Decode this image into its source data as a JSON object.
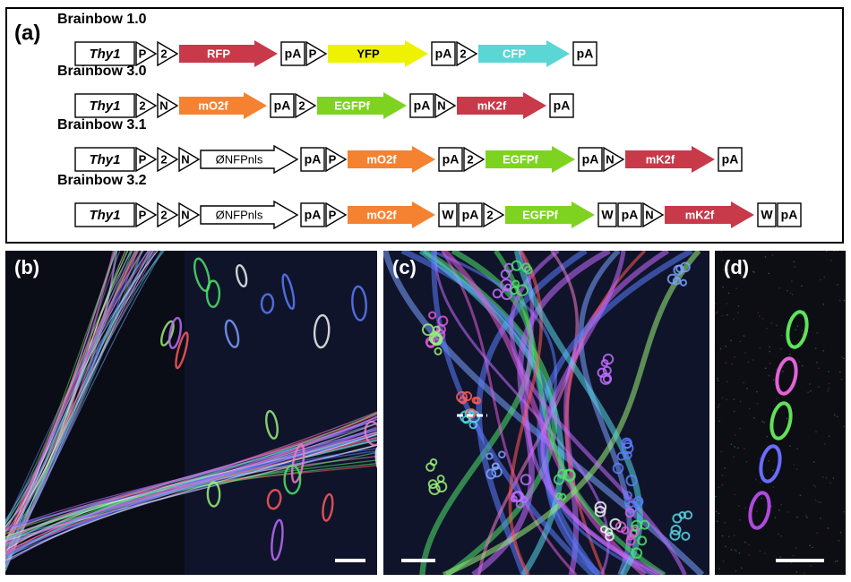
{
  "panel_a": {
    "label": "(a)",
    "constructs": [
      {
        "name": "Brainbow 1.0",
        "elements": [
          {
            "kind": "box",
            "text": "Thy1",
            "italic": true
          },
          {
            "kind": "tri",
            "text": "P"
          },
          {
            "kind": "tri",
            "text": "2"
          },
          {
            "kind": "arrow",
            "text": "RFP",
            "color": "#c8394a"
          },
          {
            "kind": "box",
            "text": "pA"
          },
          {
            "kind": "tri",
            "text": "P"
          },
          {
            "kind": "arrow",
            "text": "YFP",
            "color": "#eef200"
          },
          {
            "kind": "box",
            "text": "pA"
          },
          {
            "kind": "tri",
            "text": "2"
          },
          {
            "kind": "arrow",
            "text": "CFP",
            "color": "#5cd5d5"
          },
          {
            "kind": "box",
            "text": "pA"
          }
        ]
      },
      {
        "name": "Brainbow 3.0",
        "elements": [
          {
            "kind": "box",
            "text": "Thy1",
            "italic": true
          },
          {
            "kind": "tri",
            "text": "2"
          },
          {
            "kind": "tri",
            "text": "N"
          },
          {
            "kind": "arrow",
            "text": "mO2f",
            "color": "#f58231"
          },
          {
            "kind": "box",
            "text": "pA"
          },
          {
            "kind": "tri",
            "text": "2"
          },
          {
            "kind": "arrow",
            "text": "EGFPf",
            "color": "#7ed321"
          },
          {
            "kind": "box",
            "text": "pA"
          },
          {
            "kind": "tri",
            "text": "N"
          },
          {
            "kind": "arrow",
            "text": "mK2f",
            "color": "#c8394a"
          },
          {
            "kind": "box",
            "text": "pA"
          }
        ]
      },
      {
        "name": "Brainbow 3.1",
        "elements": [
          {
            "kind": "box",
            "text": "Thy1",
            "italic": true
          },
          {
            "kind": "tri",
            "text": "P"
          },
          {
            "kind": "tri",
            "text": "2"
          },
          {
            "kind": "tri",
            "text": "N"
          },
          {
            "kind": "arrow",
            "text": "ØNFPnls",
            "color": "#ffffff"
          },
          {
            "kind": "box",
            "text": "pA"
          },
          {
            "kind": "tri",
            "text": "P"
          },
          {
            "kind": "arrow",
            "text": "mO2f",
            "color": "#f58231"
          },
          {
            "kind": "box",
            "text": "pA"
          },
          {
            "kind": "tri",
            "text": "2"
          },
          {
            "kind": "arrow",
            "text": "EGFPf",
            "color": "#7ed321"
          },
          {
            "kind": "box",
            "text": "pA"
          },
          {
            "kind": "tri",
            "text": "N"
          },
          {
            "kind": "arrow",
            "text": "mK2f",
            "color": "#c8394a"
          },
          {
            "kind": "box",
            "text": "pA"
          }
        ]
      },
      {
        "name": "Brainbow 3.2",
        "elements": [
          {
            "kind": "box",
            "text": "Thy1",
            "italic": true
          },
          {
            "kind": "tri",
            "text": "P"
          },
          {
            "kind": "tri",
            "text": "2"
          },
          {
            "kind": "tri",
            "text": "N"
          },
          {
            "kind": "arrow",
            "text": "ØNFPnls",
            "color": "#ffffff"
          },
          {
            "kind": "box",
            "text": "pA"
          },
          {
            "kind": "tri",
            "text": "P"
          },
          {
            "kind": "arrow",
            "text": "mO2f",
            "color": "#f58231"
          },
          {
            "kind": "box",
            "text": "W"
          },
          {
            "kind": "box",
            "text": "pA"
          },
          {
            "kind": "tri",
            "text": "2"
          },
          {
            "kind": "arrow",
            "text": "EGFPf",
            "color": "#7ed321"
          },
          {
            "kind": "box",
            "text": "W"
          },
          {
            "kind": "box",
            "text": "pA"
          },
          {
            "kind": "tri",
            "text": "N"
          },
          {
            "kind": "arrow",
            "text": "mK2f",
            "color": "#c8394a"
          },
          {
            "kind": "box",
            "text": "W"
          },
          {
            "kind": "box",
            "text": "pA"
          }
        ]
      }
    ]
  },
  "panel_b": {
    "label": "(b)"
  },
  "panel_c": {
    "label": "(c)"
  },
  "panel_d": {
    "label": "(d)"
  }
}
